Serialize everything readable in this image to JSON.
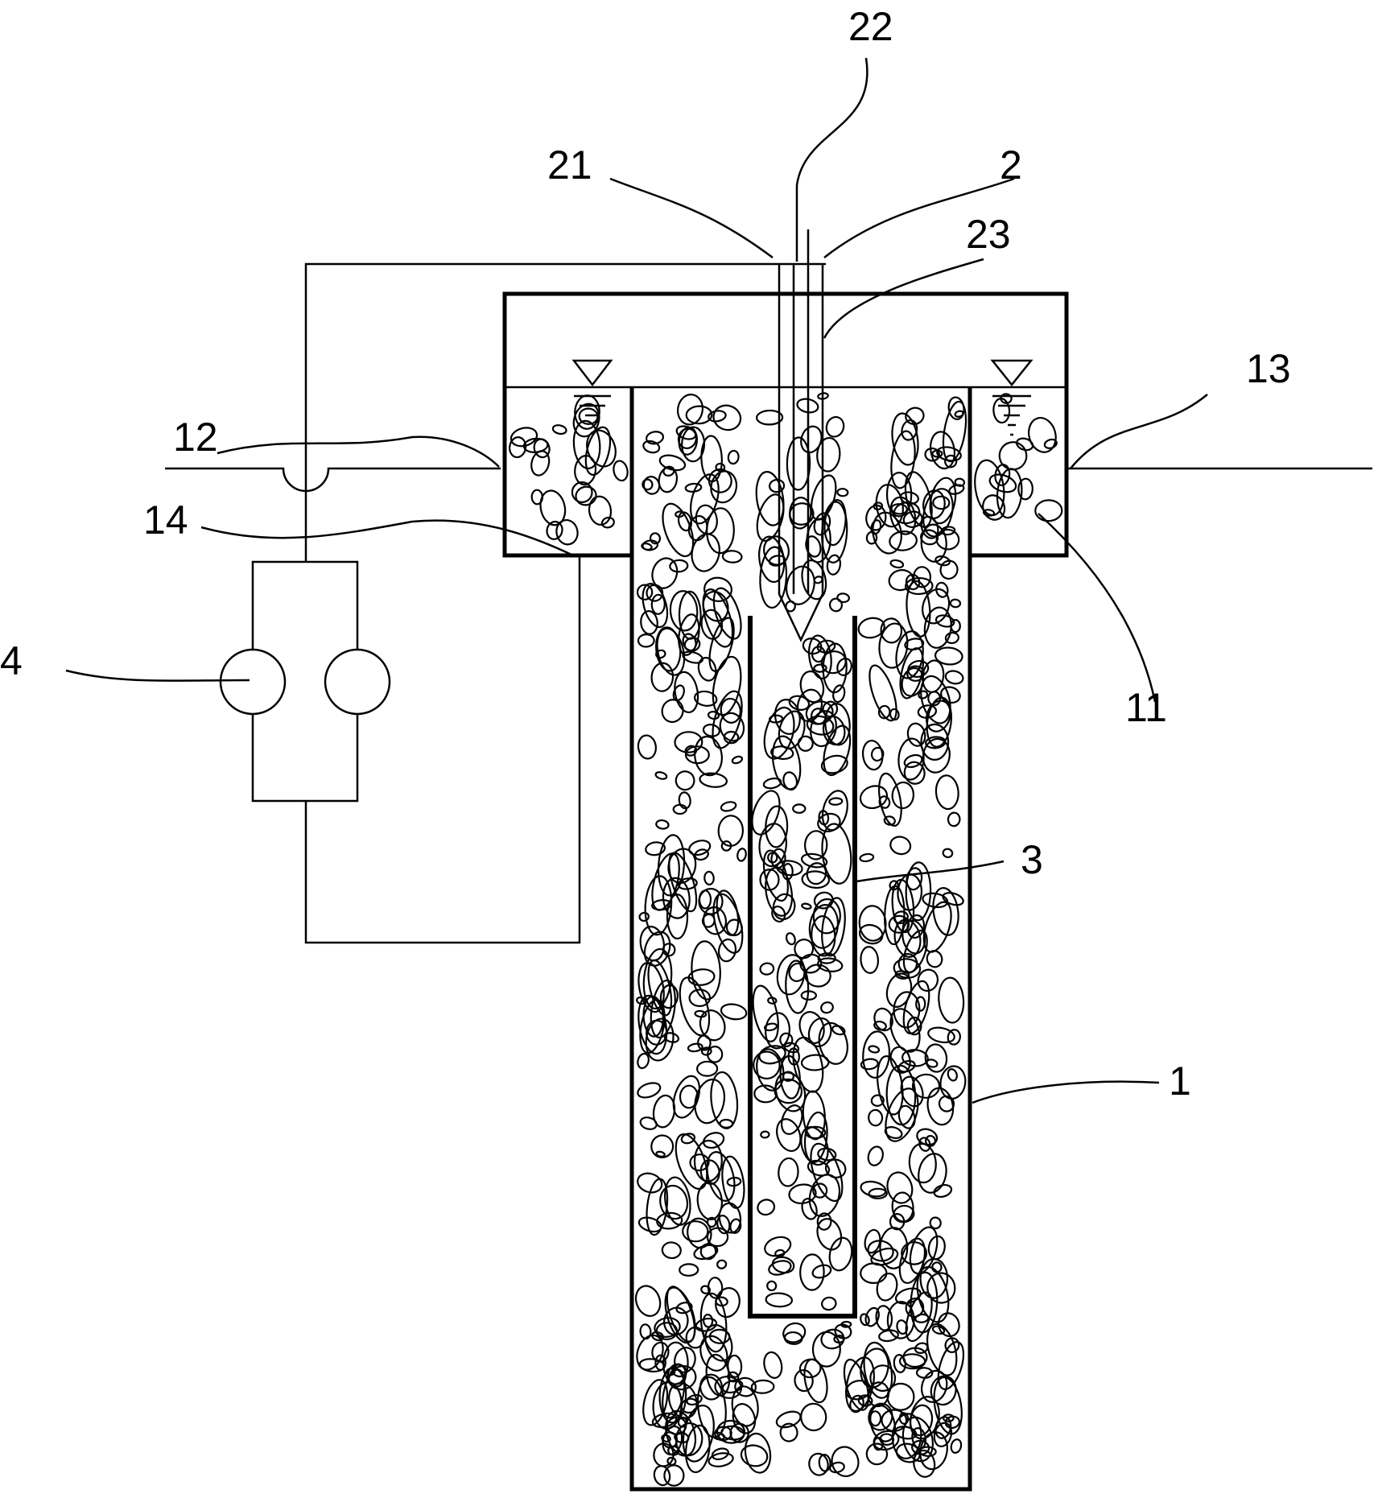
{
  "figure": {
    "labels": {
      "pile_body": "1",
      "water_level_tank": "11",
      "left_ground_line": "12",
      "right_ground_line": "13",
      "tank_bottom": "14",
      "probe_assembly": "2",
      "probe_outer_tube": "21",
      "probe_inner_rod": "22",
      "probe_sheath": "23",
      "inner_tube": "3",
      "power_unit": "4"
    }
  }
}
